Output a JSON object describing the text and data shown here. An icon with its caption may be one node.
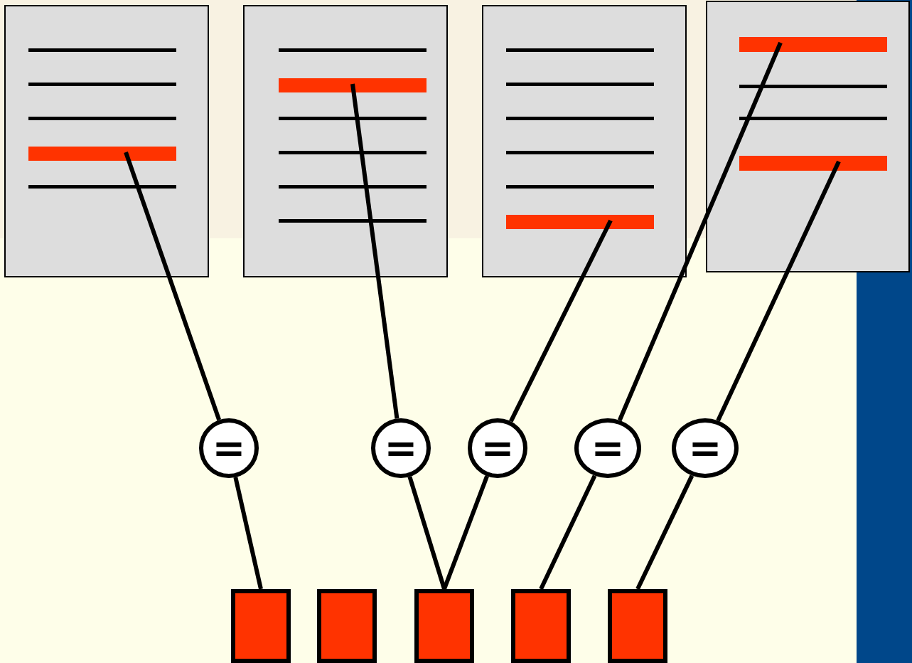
{
  "diagram": {
    "nodes": [
      {
        "text": [],
        "shape": "box"
      },
      {
        "text": [],
        "shape": "box"
      },
      {
        "text": [],
        "shape": "box"
      },
      {
        "text": [],
        "shape": "box"
      },
      {
        "text": [],
        "shape": "bar",
        "in": 0
      },
      {
        "text": [],
        "shape": "bar",
        "in": 1
      },
      {
        "text": [],
        "shape": "bar",
        "in": 2
      },
      {
        "text": [],
        "shape": "bar",
        "in": 3
      },
      {
        "text": [],
        "shape": "bar",
        "in": 3
      },
      {
        "text": [
          "="
        ]
      },
      {
        "text": [
          "="
        ]
      },
      {
        "text": [
          "="
        ]
      },
      {
        "text": [
          "="
        ]
      },
      {
        "text": [
          "="
        ]
      },
      {
        "text": [],
        "shape": "box"
      },
      {
        "text": [],
        "shape": "box"
      },
      {
        "text": [],
        "shape": "box"
      },
      {
        "text": [],
        "shape": "box"
      },
      {
        "text": [],
        "shape": "box"
      }
    ],
    "edges": [
      {
        "from": 4,
        "to": 9,
        "arrow": "none"
      },
      {
        "from": 9,
        "to": 14,
        "arrow": "none"
      },
      {
        "from": 5,
        "to": 10,
        "arrow": "none"
      },
      {
        "from": 10,
        "to": 16,
        "arrow": "none"
      },
      {
        "from": 6,
        "to": 11,
        "arrow": "none"
      },
      {
        "from": 11,
        "to": 16,
        "arrow": "none"
      },
      {
        "from": 7,
        "to": 12,
        "arrow": "none"
      },
      {
        "from": 12,
        "to": 17,
        "arrow": "none"
      },
      {
        "from": 8,
        "to": 13,
        "arrow": "none"
      },
      {
        "from": 13,
        "to": 18,
        "arrow": "none"
      }
    ]
  }
}
